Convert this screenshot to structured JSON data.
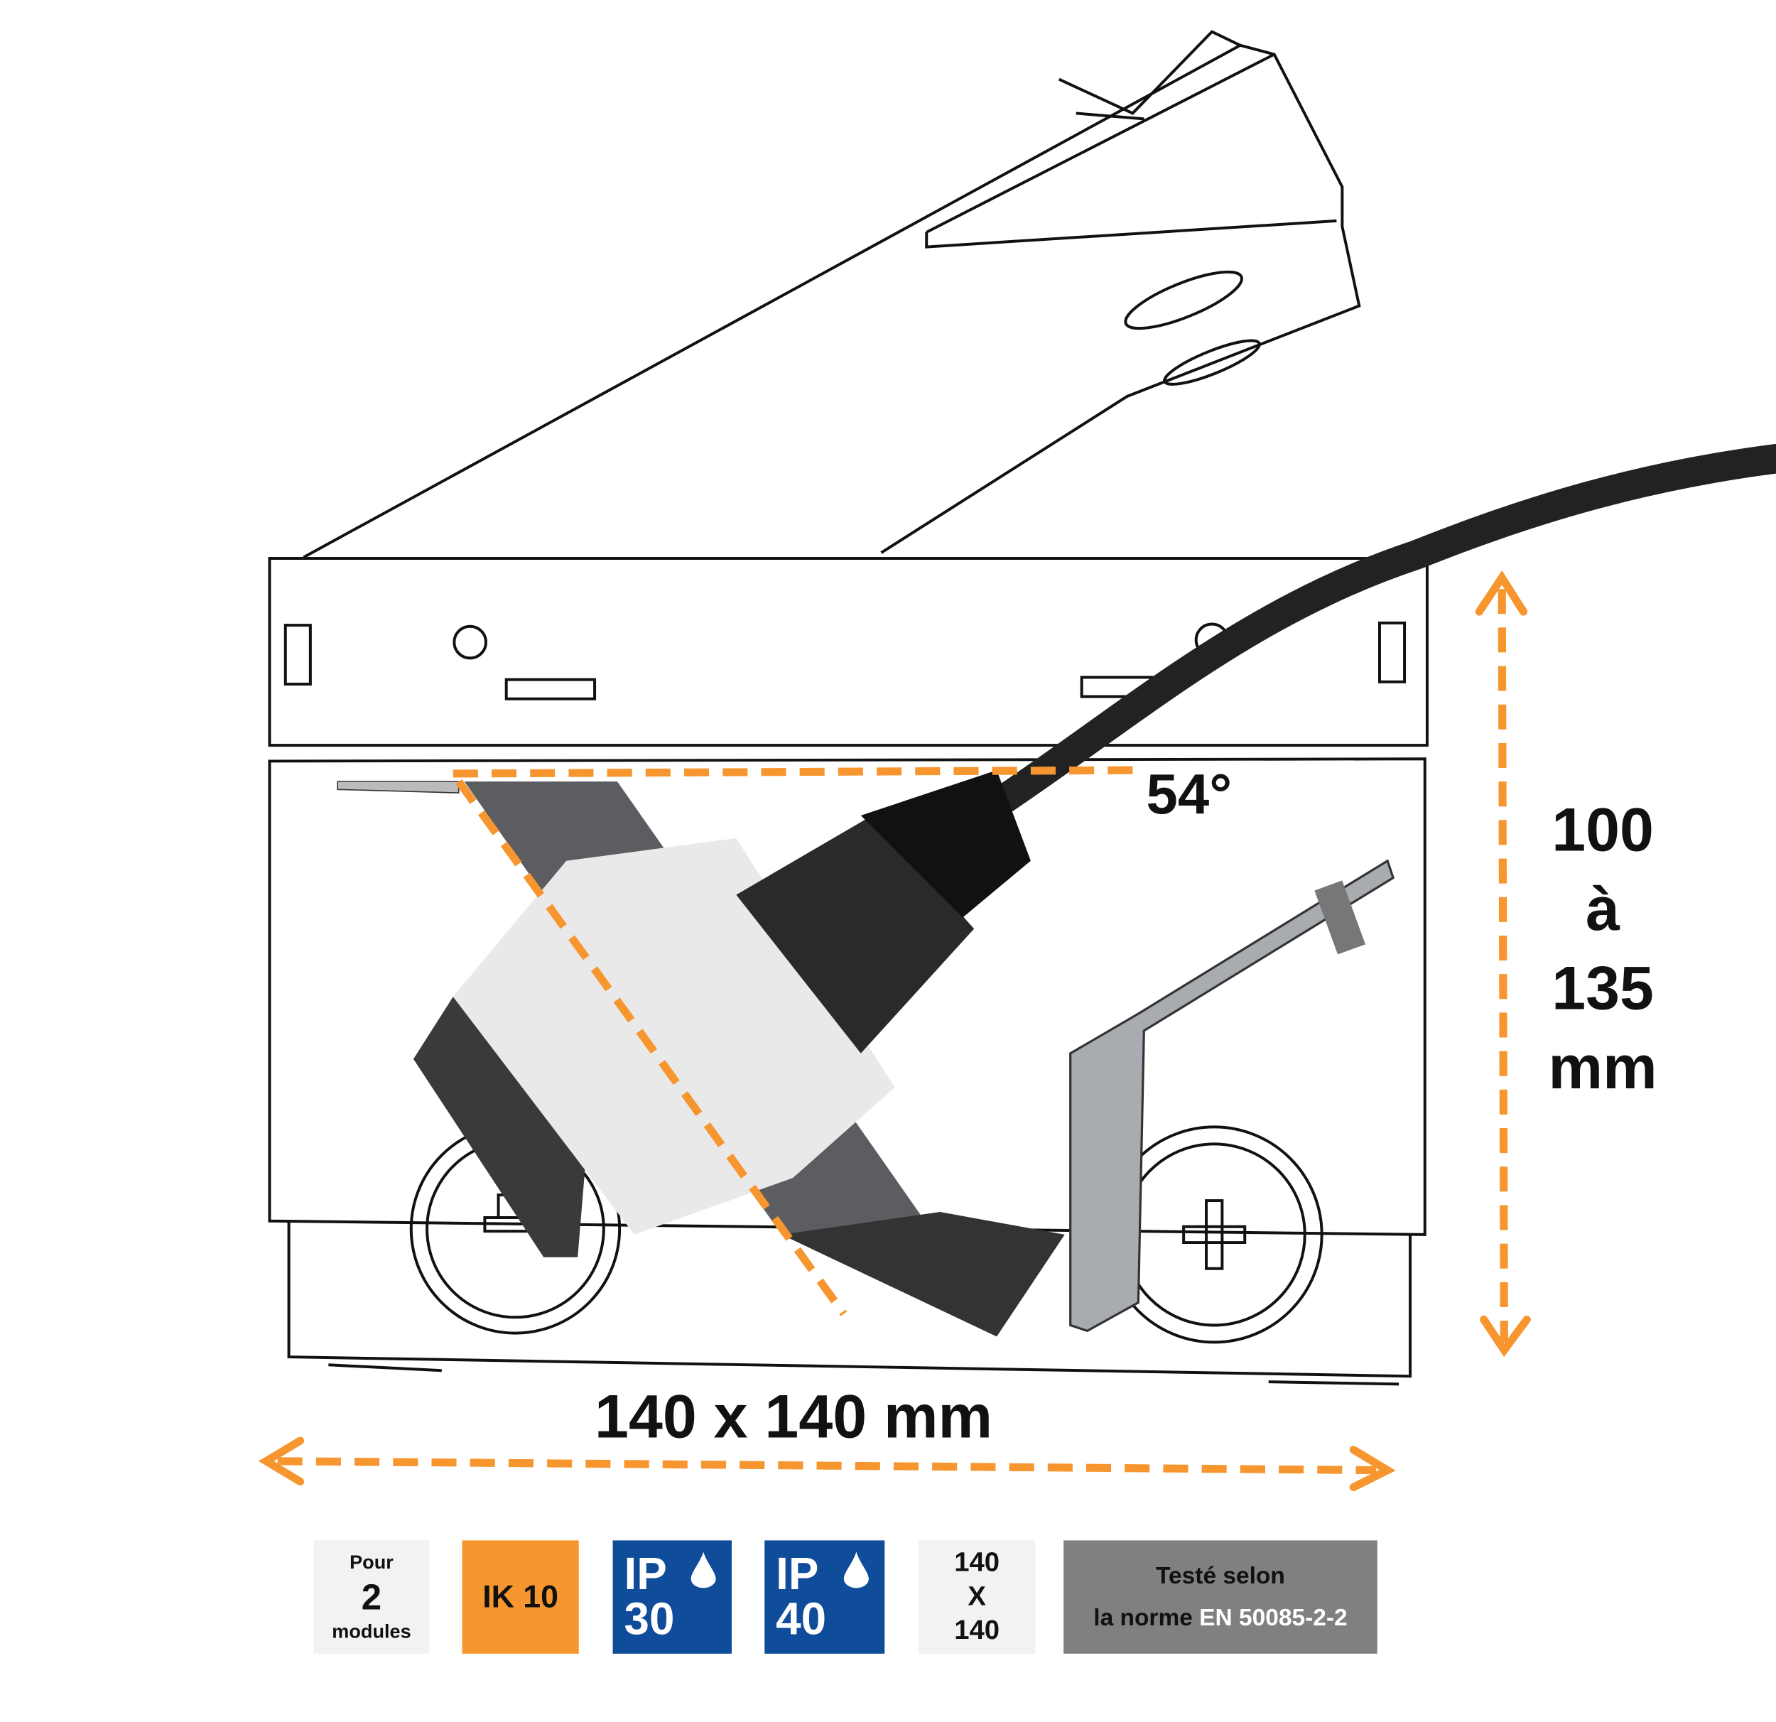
{
  "annotations": {
    "angle": "54°",
    "height_line1": "100",
    "height_line2": "à",
    "height_line3": "135",
    "height_line4": "mm",
    "footprint": "140 x 140 mm"
  },
  "badges": {
    "modules": {
      "top": "Pour",
      "number": "2",
      "bottom": "modules"
    },
    "ik": {
      "label": "IK 10"
    },
    "ip30": {
      "prefix": "IP",
      "value": "30",
      "icon": "water-drop-icon"
    },
    "ip40": {
      "prefix": "IP",
      "value": "40",
      "icon": "water-drop-icon"
    },
    "size": {
      "line1": "140",
      "line2": "X",
      "line3": "140"
    },
    "norm": {
      "line1": "Testé selon",
      "line2_prefix": "la norme",
      "line2_code": "EN 50085-2-2"
    }
  },
  "colors": {
    "accent": "#f7962e",
    "ip_blue": "#0f4c9a",
    "norm_grey": "#808080",
    "badge_light": "#f2f2f2"
  }
}
